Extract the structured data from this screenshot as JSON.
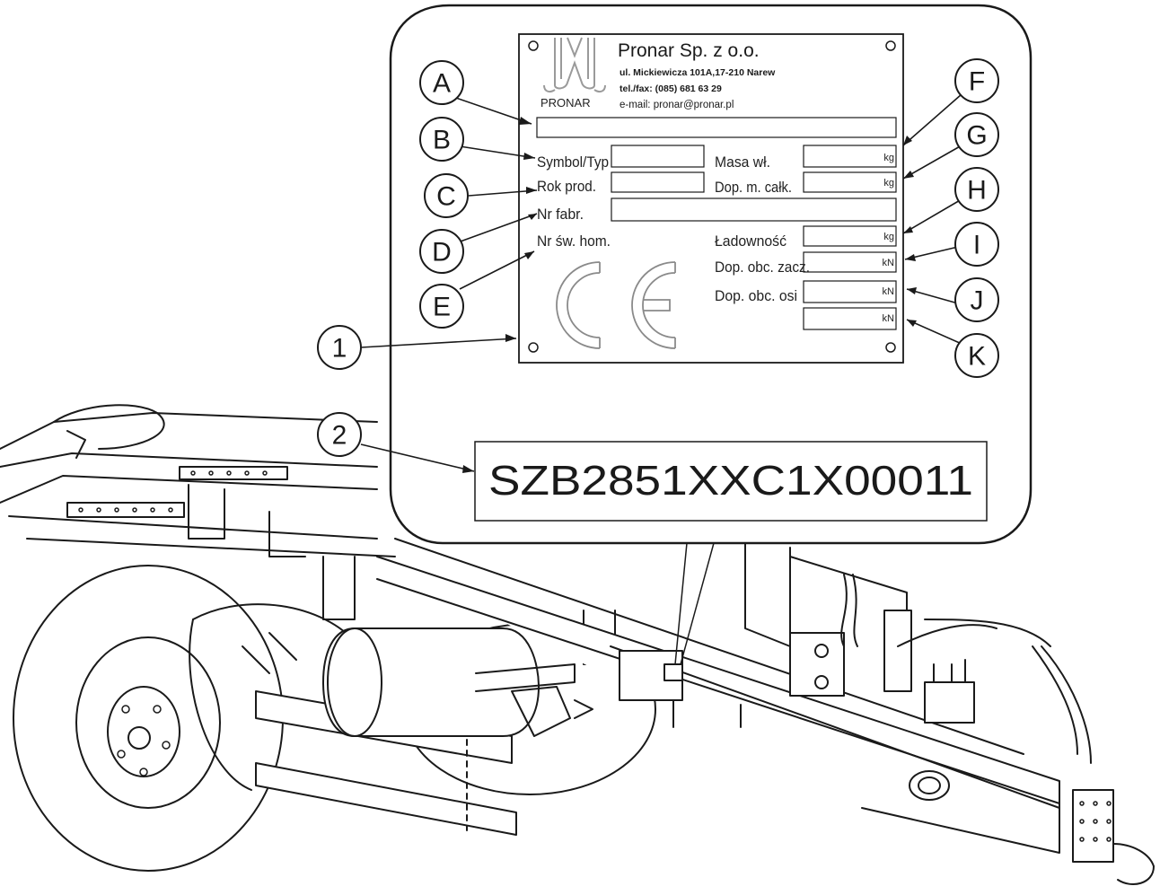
{
  "plate": {
    "company": "Pronar Sp. z o.o.",
    "address": "ul. Mickiewicza 101A,17-210 Narew",
    "phone": "tel./fax: (085) 681 63 29",
    "email": "e-mail: pronar@pronar.pl",
    "logo_text": "PRONAR",
    "fields_left": [
      "Symbol/Typ",
      "Rok prod.",
      "Nr fabr.",
      "Nr św. hom."
    ],
    "fields_right": [
      "Masa wł.",
      "Dop. m. całk.",
      "Ładowność",
      "Dop. obc. zacz.",
      "Dop. obc. osi"
    ],
    "units": [
      "kg",
      "kg",
      "kg",
      "kN",
      "kN",
      "kN"
    ]
  },
  "vin": "SZB2851XXC1X00011",
  "callouts_left": [
    "A",
    "B",
    "C",
    "D",
    "E"
  ],
  "callouts_right": [
    "F",
    "G",
    "H",
    "I",
    "J",
    "K"
  ],
  "callouts_numbered": [
    "1",
    "2"
  ]
}
